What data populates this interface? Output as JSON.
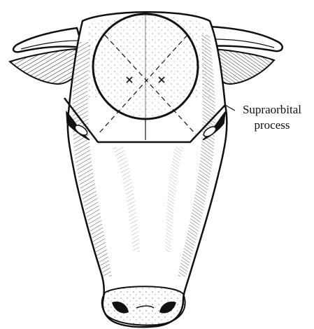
{
  "figure": {
    "subject": "cow-head-front-view",
    "annotations": [
      {
        "id": "supraorbital",
        "lines": [
          "Supraorbital",
          "process"
        ]
      }
    ],
    "colors": {
      "ink": "#111111",
      "paper": "#ffffff"
    }
  }
}
